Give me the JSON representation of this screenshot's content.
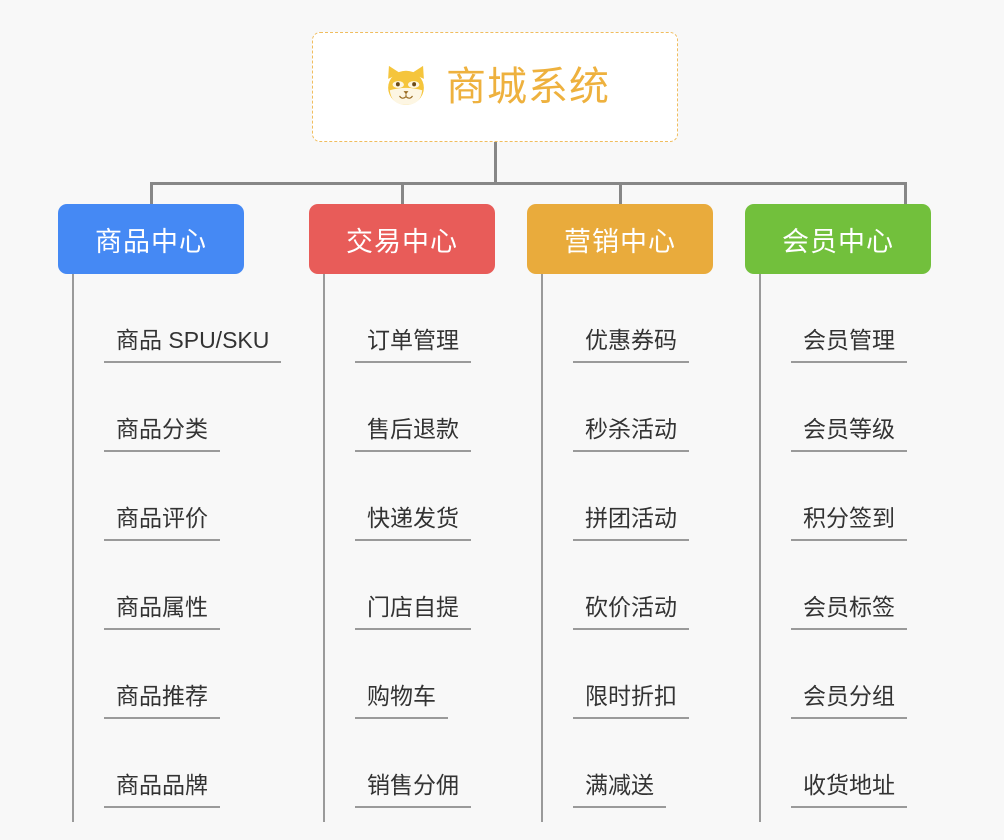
{
  "background_color": "#f8f8f8",
  "root": {
    "icon": "dog-face-emoji",
    "title": "商城系统",
    "text_color": "#eeb13e",
    "border_color": "#f0bd5e",
    "background_color": "#ffffff"
  },
  "connector_color": "#878787",
  "branches": [
    {
      "label": "商品中心",
      "color": "#4589f4",
      "items": [
        "商品 SPU/SKU",
        "商品分类",
        "商品评价",
        "商品属性",
        "商品推荐",
        "商品品牌"
      ]
    },
    {
      "label": "交易中心",
      "color": "#e85c59",
      "items": [
        "订单管理",
        "售后退款",
        "快递发货",
        "门店自提",
        "购物车",
        "销售分佣"
      ]
    },
    {
      "label": "营销中心",
      "color": "#e9ab3c",
      "items": [
        "优惠券码",
        "秒杀活动",
        "拼团活动",
        "砍价活动",
        "限时折扣",
        "满减送"
      ]
    },
    {
      "label": "会员中心",
      "color": "#72c03c",
      "items": [
        "会员管理",
        "会员等级",
        "积分签到",
        "会员标签",
        "会员分组",
        "收货地址"
      ]
    }
  ]
}
